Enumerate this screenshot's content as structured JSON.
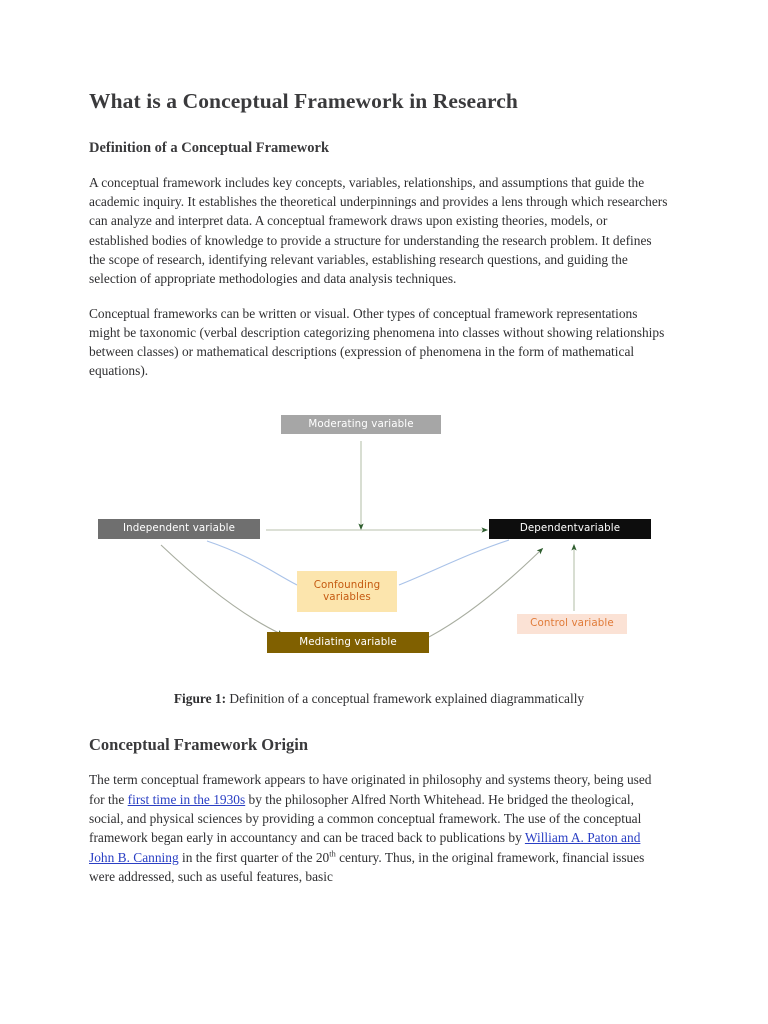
{
  "document": {
    "title": "What is a Conceptual Framework in Research",
    "sections": [
      {
        "heading": "Definition of a Conceptual Framework",
        "paragraphs": [
          "A conceptual framework includes key concepts, variables, relationships, and assumptions that guide the academic inquiry. It establishes the theoretical underpinnings and provides a lens through which researchers can analyze and interpret data. A conceptual framework draws upon existing theories, models, or established bodies of knowledge to provide a structure for understanding the research problem. It defines the scope of research, identifying relevant variables, establishing research questions, and guiding the selection of appropriate methodologies and data analysis techniques.",
          "Conceptual frameworks can be written or visual. Other types of conceptual framework representations might be taxonomic (verbal description categorizing phenomena into classes without showing relationships between classes) or mathematical descriptions (expression of phenomena in the form of mathematical equations)."
        ]
      },
      {
        "heading": "Conceptual Framework Origin",
        "origin_paragraph": {
          "part1": "The term conceptual framework appears to have originated in philosophy and systems theory, being used for the ",
          "link1": "first time in the 1930s",
          "part2": " by the philosopher Alfred North Whitehead. He bridged the theological, social, and physical sciences by providing a common conceptual framework. The use of the conceptual framework began early in accountancy and can be traced back to publications by ",
          "link2": "William A. Paton and John B. Canning",
          "part3": " in the first quarter of the 20",
          "ordinal": "th",
          "part4": " century. Thus, in the original framework, financial issues were addressed, such as useful features, basic"
        }
      }
    ]
  },
  "figure": {
    "caption_label": "Figure 1:",
    "caption_text": " Definition of a conceptual framework explained diagrammatically",
    "diagram": {
      "nodes": {
        "moderating": {
          "label": "Moderating variable",
          "fill": "#a6a6a6",
          "text_color": "#ffffff"
        },
        "independent": {
          "label": "Independent variable",
          "fill": "#6f6f6f",
          "text_color": "#ffffff"
        },
        "dependent": {
          "label": "Dependentvariable",
          "fill": "#0d0d0d",
          "text_color": "#ffffff"
        },
        "confounding": {
          "label_line1": "Confounding",
          "label_line2": "variables",
          "fill": "#fce5ad",
          "text_color": "#c55a11"
        },
        "mediating": {
          "label": "Mediating variable",
          "fill": "#806000",
          "text_color": "#ffffff"
        },
        "control": {
          "label": "Control variable",
          "fill": "#fbe2d5",
          "text_color": "#e07b39"
        }
      },
      "edges": [
        {
          "name": "moderating-to-main-path",
          "from": "moderating",
          "to": "main-path",
          "color": "#b9c2ae"
        },
        {
          "name": "independent-to-dependent",
          "from": "independent",
          "to": "dependent",
          "color": "#b9c2ae"
        },
        {
          "name": "independent-to-confounding",
          "from": "independent",
          "to": "confounding",
          "color": "#a9c2e8"
        },
        {
          "name": "confounding-to-dependent",
          "from": "confounding",
          "to": "dependent",
          "color": "#a9c2e8"
        },
        {
          "name": "independent-to-mediating",
          "from": "independent",
          "to": "mediating",
          "color": "#a8ada0"
        },
        {
          "name": "mediating-to-dependent",
          "from": "mediating",
          "to": "dependent",
          "color": "#a8ada0"
        },
        {
          "name": "control-to-dependent",
          "from": "control",
          "to": "dependent",
          "color": "#b9c2ae"
        }
      ],
      "arrowhead_color": "#2f5e2f"
    }
  }
}
